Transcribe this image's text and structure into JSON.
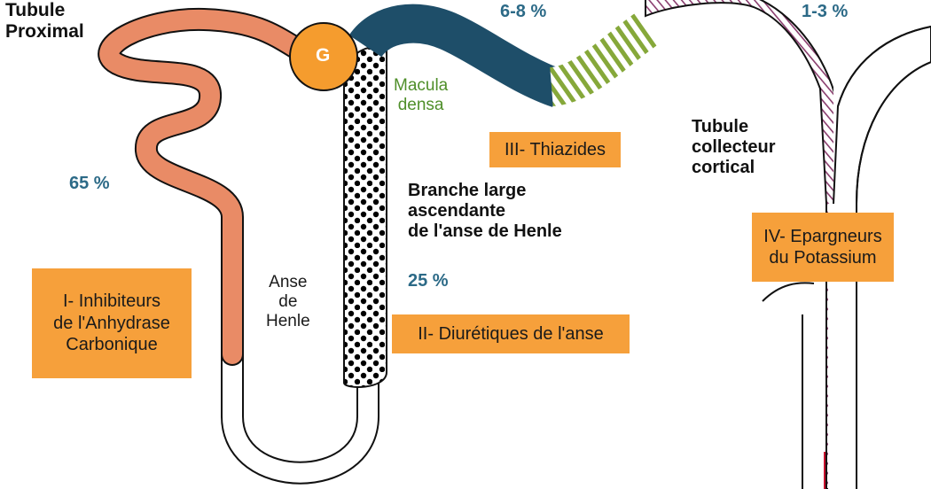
{
  "segments": {
    "proximal_tubule": "Tubule\nProximal",
    "glomerulus": "G",
    "loop_of_henle": "Anse\nde\nHenle",
    "macula_densa": "Macula\ndensa",
    "thick_ascending_limb": "Branche large\nascendante\nde l'anse de Henle",
    "collecting_tubule": "Tubule\ncollecteur\ncortical"
  },
  "percentages": {
    "proximal": "65 %",
    "thick_ascending": "25 %",
    "distal": "6-8 %",
    "collecting": "1-3 %"
  },
  "drug_classes": {
    "class_1": "I- Inhibiteurs\nde l'Anhydrase\nCarbonique",
    "class_2": "II- Diurétiques de l'anse",
    "class_3": "III- Thiazides",
    "class_4": "IV- Epargneurs\ndu Potassium"
  },
  "colors": {
    "proximal": "#e98b66",
    "glomerulus": "#f59c2e",
    "distal": "#1e4e69",
    "thiazide_stripes": "#86a83a",
    "collecting_stripes": "#8a3d6e",
    "label_box": "#f6a03b",
    "percent_text": "#2c6a87",
    "macula_text": "#4f8f2a"
  }
}
